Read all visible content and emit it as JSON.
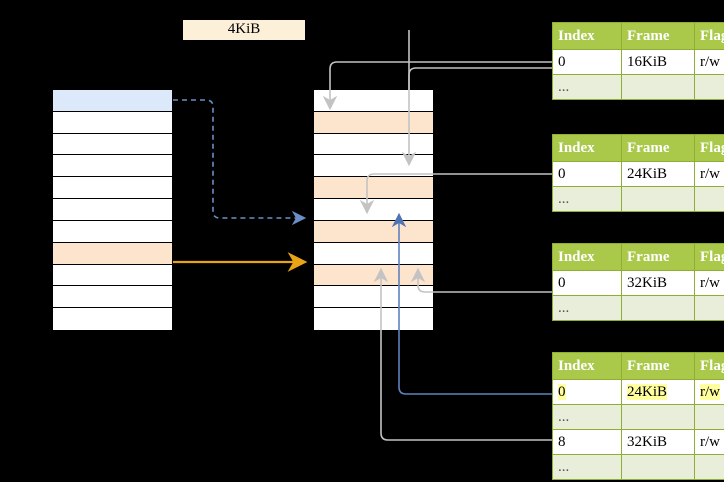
{
  "diagram": {
    "title_tag": {
      "label": "4KiB"
    },
    "left_column": {
      "name": "virtual-address-space",
      "rows": [
        {
          "fill": "blue"
        },
        {
          "fill": "white"
        },
        {
          "fill": "white"
        },
        {
          "fill": "white"
        },
        {
          "fill": "white"
        },
        {
          "fill": "white"
        },
        {
          "fill": "white"
        },
        {
          "fill": "peach"
        },
        {
          "fill": "white"
        },
        {
          "fill": "white"
        },
        {
          "fill": "white"
        }
      ]
    },
    "middle_column": {
      "name": "physical-memory",
      "rows": [
        {
          "fill": "white"
        },
        {
          "fill": "peach"
        },
        {
          "fill": "white"
        },
        {
          "fill": "white"
        },
        {
          "fill": "peach"
        },
        {
          "fill": "white"
        },
        {
          "fill": "peach"
        },
        {
          "fill": "white"
        },
        {
          "fill": "peach"
        },
        {
          "fill": "white"
        },
        {
          "fill": "white"
        }
      ]
    },
    "tables": [
      {
        "name": "page-table-1",
        "headers": [
          "Index",
          "Frame",
          "Flags"
        ],
        "rows": [
          {
            "index": "0",
            "frame": "16KiB",
            "flags": "r/w",
            "dots": false,
            "highlight": false
          },
          {
            "index": "...",
            "frame": "",
            "flags": "",
            "dots": true,
            "highlight": false
          }
        ]
      },
      {
        "name": "page-table-2",
        "headers": [
          "Index",
          "Frame",
          "Flags"
        ],
        "rows": [
          {
            "index": "0",
            "frame": "24KiB",
            "flags": "r/w",
            "dots": false,
            "highlight": false
          },
          {
            "index": "...",
            "frame": "",
            "flags": "",
            "dots": true,
            "highlight": false
          }
        ]
      },
      {
        "name": "page-table-3",
        "headers": [
          "Index",
          "Frame",
          "Flags"
        ],
        "rows": [
          {
            "index": "0",
            "frame": "32KiB",
            "flags": "r/w",
            "dots": false,
            "highlight": false
          },
          {
            "index": "...",
            "frame": "",
            "flags": "",
            "dots": true,
            "highlight": false
          }
        ]
      },
      {
        "name": "page-table-4",
        "headers": [
          "Index",
          "Frame",
          "Flags"
        ],
        "rows": [
          {
            "index": "0",
            "frame": "24KiB",
            "flags": "r/w",
            "dots": false,
            "highlight": true
          },
          {
            "index": "...",
            "frame": "",
            "flags": "",
            "dots": true,
            "highlight": false
          },
          {
            "index": "8",
            "frame": "32KiB",
            "flags": "r/w",
            "dots": false,
            "highlight": false
          },
          {
            "index": "...",
            "frame": "",
            "flags": "",
            "dots": true,
            "highlight": false
          }
        ]
      }
    ],
    "colors": {
      "header_green": "#aac94a",
      "table_border": "#8faf34",
      "dots_row": "#e9eeda",
      "highlight_yellow": "#ffff9e",
      "blue_cell": "#dce9fb",
      "peach_cell": "#fde4cd",
      "tag_bg": "#fcf0d9",
      "blue_arrow": "#6b8fc4",
      "orange_arrow": "#e8a317",
      "gray_wire": "#b9b9b9"
    }
  }
}
